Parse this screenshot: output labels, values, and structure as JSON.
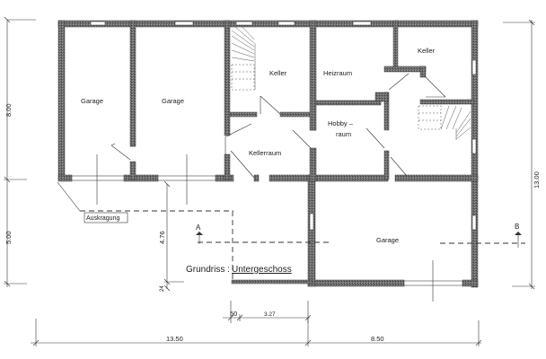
{
  "drawing": {
    "title_prefix": "Grundriss :",
    "title_main": "Untergeschoss"
  },
  "rooms": [
    {
      "id": "garage-1",
      "label": "Garage"
    },
    {
      "id": "garage-2",
      "label": "Garage"
    },
    {
      "id": "keller-1",
      "label": "Keller"
    },
    {
      "id": "kellerraum",
      "label": "Kellerraum"
    },
    {
      "id": "heizraum",
      "label": "Heizraum"
    },
    {
      "id": "hobbyraum",
      "label_line1": "Hobby  –",
      "label_line2": "raum"
    },
    {
      "id": "keller-2",
      "label": "Keller"
    },
    {
      "id": "garage-3",
      "label": "Garage"
    }
  ],
  "annotations": {
    "cantilever": "Auskragung",
    "section_a": "A",
    "section_b": "B"
  },
  "dimensions": {
    "left_upper": "8.00",
    "left_lower": "5.00",
    "right_total": "13.00",
    "bottom_left": "13.50",
    "bottom_right": "8.50",
    "offset_small": "50",
    "offset_large": "3.27",
    "vertical_mid": "4.76",
    "vertical_small": "24"
  },
  "colors": {
    "wall": "#5a5a5a",
    "line": "#333333",
    "background": "#ffffff"
  }
}
